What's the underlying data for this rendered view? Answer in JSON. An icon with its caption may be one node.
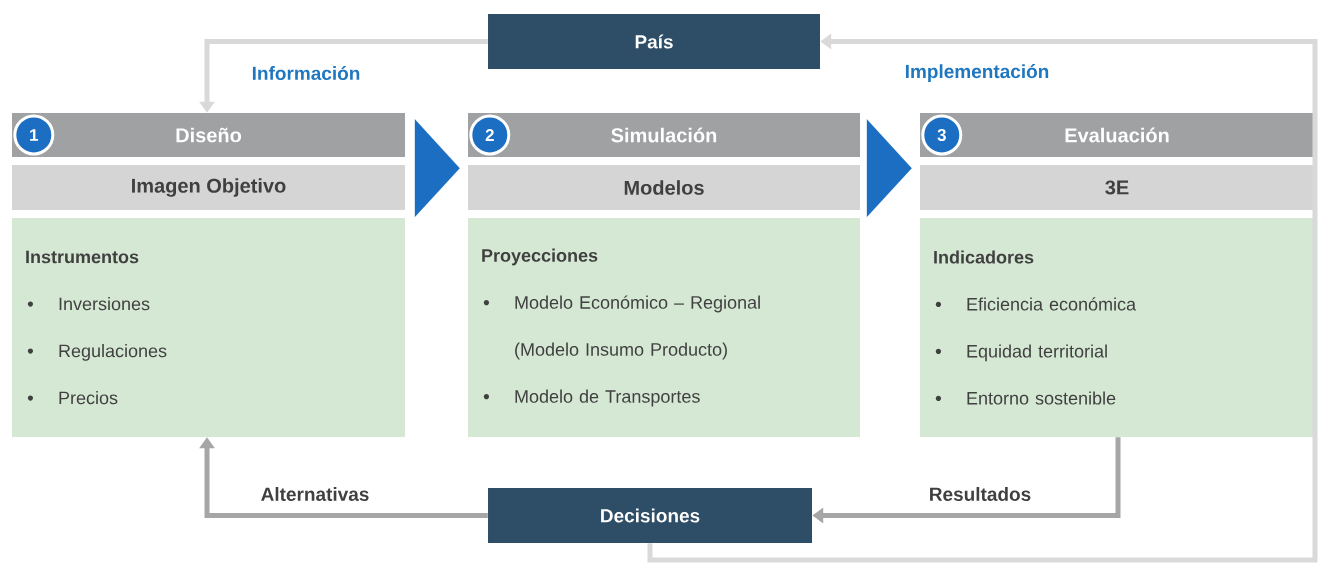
{
  "diagram": {
    "nodes": [
      {
        "text": [
          "País"
        ]
      },
      {
        "text": [
          "Diseño"
        ]
      },
      {
        "text": [
          "1"
        ],
        "in": 1
      },
      {
        "text": [
          "Imagen Objetivo"
        ]
      },
      {
        "text": [
          "Instrumentos",
          "Inversiones",
          "Regulaciones",
          "Precios"
        ]
      },
      {
        "text": [
          "Simulación"
        ]
      },
      {
        "text": [
          "2"
        ],
        "in": 5
      },
      {
        "text": [
          "Modelos"
        ]
      },
      {
        "text": [
          "Proyecciones",
          "Modelo Económico – Regional (Modelo Insumo Producto)",
          "Modelo de Transportes"
        ]
      },
      {
        "text": [
          "Evaluación"
        ]
      },
      {
        "text": [
          "3"
        ],
        "in": 9
      },
      {
        "text": [
          "3E"
        ]
      },
      {
        "text": [
          "Indicadores",
          "Eficiencia económica",
          "Equidad territorial",
          "Entorno sostenible"
        ]
      },
      {
        "text": [
          "Decisiones"
        ]
      }
    ],
    "edges": [
      {
        "from": 0,
        "to": 1,
        "arrow": "to",
        "label": "Información",
        "color": "#d9d9d9"
      },
      {
        "from": 1,
        "to": 5,
        "arrow": "to",
        "color": "#1b6ec2"
      },
      {
        "from": 5,
        "to": 9,
        "arrow": "to",
        "color": "#1b6ec2"
      },
      {
        "from": 12,
        "to": 13,
        "arrow": "to",
        "label": "Resultados",
        "color": "#a6a6a6"
      },
      {
        "from": 13,
        "to": 4,
        "arrow": "to",
        "label": "Alternativas",
        "color": "#a6a6a6"
      },
      {
        "from": 13,
        "to": 0,
        "arrow": "to",
        "label": "Implementación",
        "color": "#d9d9d9"
      }
    ]
  }
}
